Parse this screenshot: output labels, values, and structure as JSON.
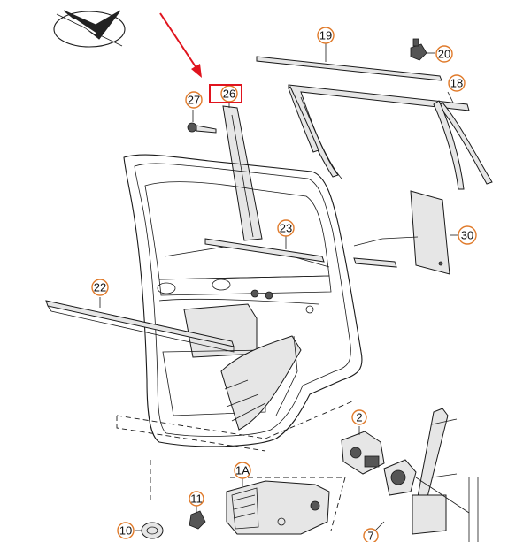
{
  "callouts": {
    "c19": "19",
    "c20": "20",
    "c18": "18",
    "c27": "27",
    "c26": "26",
    "c23": "23",
    "c30": "30",
    "c22": "22",
    "c2": "2",
    "c1a": "1A",
    "c11": "11",
    "c10": "10",
    "c7": "7"
  },
  "colors": {
    "callout_ring": "#e07a2a",
    "highlight_box": "#e0141e",
    "pointer_arrow": "#e0141e",
    "line_art": "#1a1a1a"
  },
  "highlight": {
    "target_part": "26"
  }
}
